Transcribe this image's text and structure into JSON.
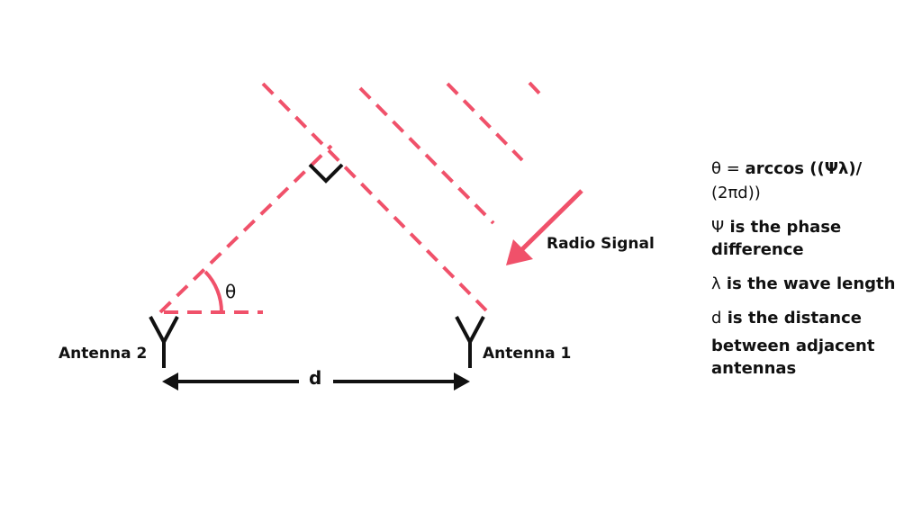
{
  "colors": {
    "accent": "#f0516a",
    "ink": "#111111"
  },
  "diagram": {
    "theta_symbol": "θ",
    "radio_signal_label": "Radio Signal",
    "antenna_1_label": "Antenna 1",
    "antenna_2_label": "Antenna 2",
    "distance_label": "d"
  },
  "legend": {
    "line1_symbol": "θ = ",
    "line1_formula": "arccos ((Ψλ)/",
    "line2": "(2πd))",
    "line3_symbol": "Ψ",
    "line3_text": " is the phase",
    "line4": "difference",
    "line5_symbol": "λ",
    "line5_text": " is the wave length",
    "line6_symbol": "d",
    "line6_text": " is the distance",
    "line7": "between adjacent",
    "line8": "antennas"
  }
}
